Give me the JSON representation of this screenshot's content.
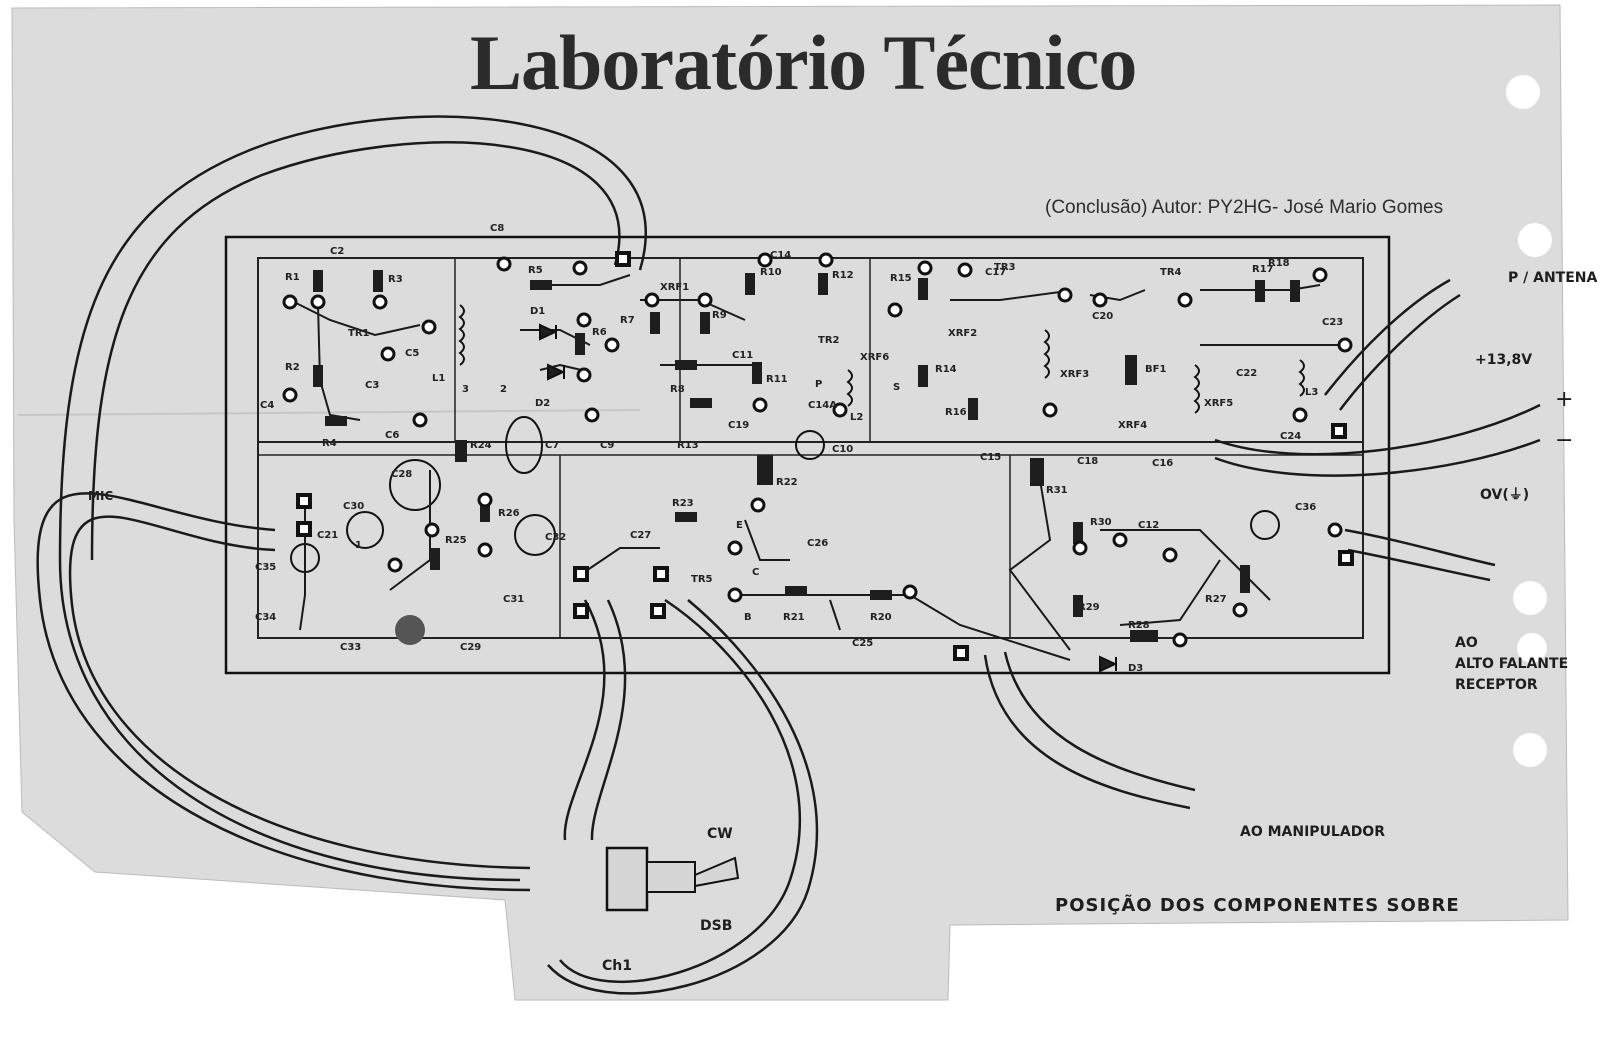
{
  "header": {
    "title": "Laboratório Técnico",
    "author": "(Conclusão) Autor: PY2HG- José Mario Gomes"
  },
  "connections": {
    "antenna": "P / ANTENA",
    "supply": "+13,8V",
    "plus": "+",
    "minus": "−",
    "ground": "OV(⏚)",
    "speaker_line1": "AO",
    "speaker_line2": "ALTO FALANTE",
    "speaker_line3": "RECEPTOR",
    "key": "AO MANIPULADOR",
    "mic": "MIC"
  },
  "switch": {
    "cw": "CW",
    "dsb": "DSB",
    "name": "Ch1"
  },
  "caption": "POSIÇÃO  DOS COMPONENTES SOBRE",
  "components": {
    "resistors": [
      "R1",
      "R2",
      "R3",
      "R4",
      "R5",
      "R6",
      "R7",
      "R8",
      "R9",
      "R10",
      "R11",
      "R12",
      "R13",
      "R14",
      "R15",
      "R16",
      "R17",
      "R18",
      "R20",
      "R21",
      "R22",
      "R23",
      "R24",
      "R25",
      "R26",
      "R27",
      "R28",
      "R29",
      "R30",
      "R31"
    ],
    "capacitors": [
      "C2",
      "C3",
      "C4",
      "C5",
      "C6",
      "C7",
      "C8",
      "C9",
      "C10",
      "C11",
      "C12",
      "C14",
      "C14A",
      "C15",
      "C16",
      "C17",
      "C18",
      "C19",
      "C20",
      "C21",
      "C22",
      "C23",
      "C24",
      "C25",
      "C26",
      "C27",
      "C28",
      "C29",
      "C30",
      "C31",
      "C32",
      "C33",
      "C34",
      "C35",
      "C36"
    ],
    "transistors": [
      "TR1",
      "TR2",
      "TR3",
      "TR4",
      "TR5"
    ],
    "diodes": [
      "D1",
      "D2",
      "D3"
    ],
    "chokes": [
      "XRF1",
      "XRF2",
      "XRF3",
      "XRF4",
      "XRF5",
      "XRF6"
    ],
    "coils": [
      "L1",
      "L2",
      "L3"
    ],
    "filters": [
      "BF1"
    ],
    "pins": [
      "B",
      "C",
      "E",
      "S",
      "P",
      "1",
      "2",
      "3"
    ]
  },
  "colors": {
    "paper": "#dcdcdc",
    "ink": "#1e1e1e",
    "title_ink": "#2b2b2b"
  }
}
